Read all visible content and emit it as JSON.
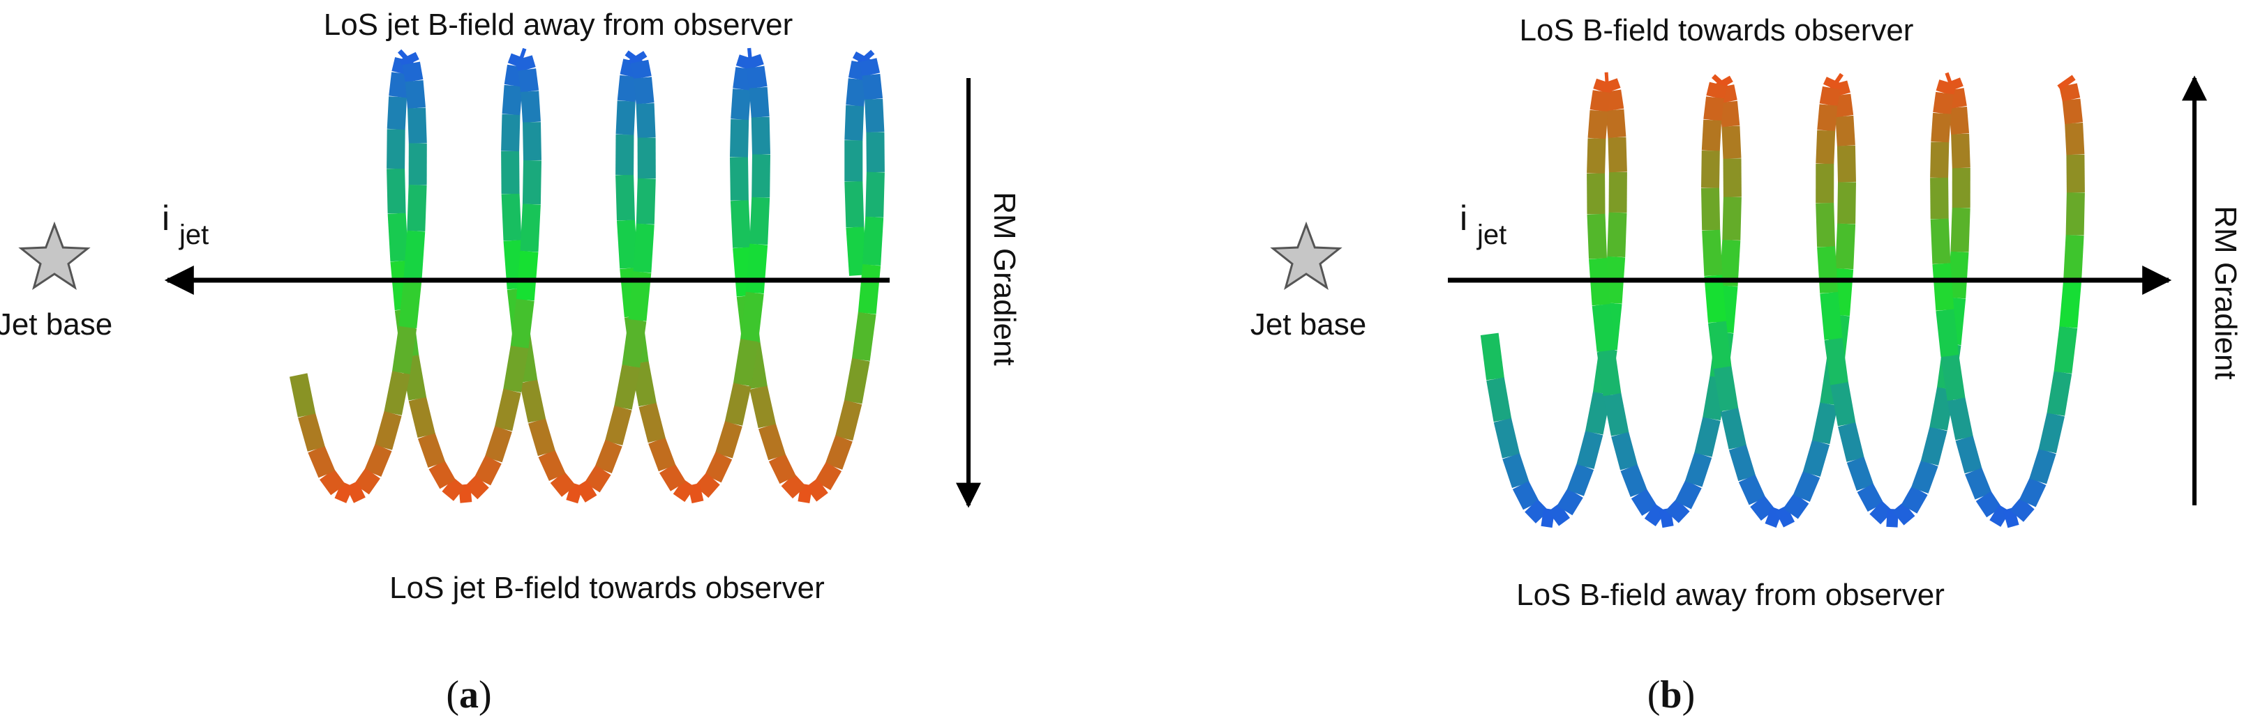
{
  "panels": [
    {
      "id": "a",
      "caption_letter": "a",
      "top_label": "LoS jet B-field away from observer",
      "bottom_label": "LoS jet B-field towards observer",
      "gradient_label": "RM Gradient",
      "jet_label_main": "i",
      "jet_label_sub": "jet",
      "base_label": "Jet base",
      "jet_arrow_direction": "left",
      "gradient_arrow_direction": "down",
      "helix_turns": 5,
      "helix_top_color": "#1f5fe0",
      "helix_bottom_color": "#e8531a"
    },
    {
      "id": "b",
      "caption_letter": "b",
      "top_label": "LoS B-field towards observer",
      "bottom_label": "LoS B-field away from observer",
      "gradient_label": "RM Gradient",
      "jet_label_main": "i",
      "jet_label_sub": "jet",
      "base_label": "Jet base",
      "jet_arrow_direction": "right",
      "gradient_arrow_direction": "up",
      "helix_turns": 5,
      "helix_top_color": "#e8531a",
      "helix_bottom_color": "#1f5fe0"
    }
  ],
  "colors": {
    "mid_green": "#16e032",
    "arrow": "#000000",
    "star_fill": "#c6c6c6",
    "star_stroke": "#555555"
  }
}
